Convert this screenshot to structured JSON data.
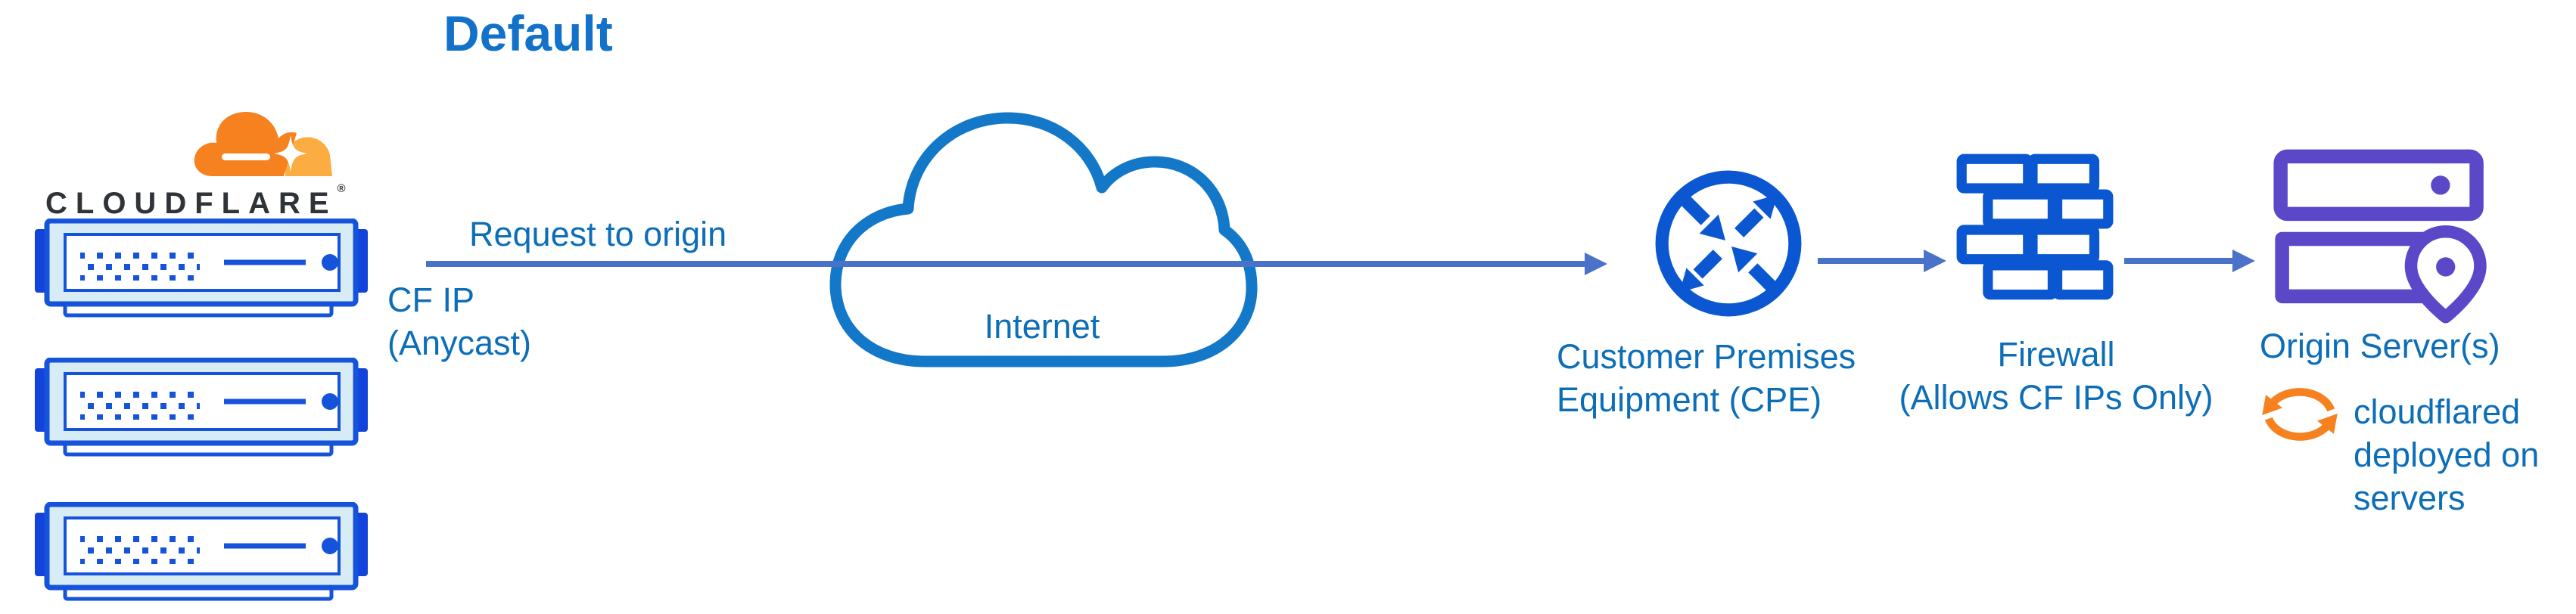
{
  "diagram": {
    "title": "Default",
    "cloudflare": {
      "wordmark": "CLOUDFLARE",
      "trademark": "®"
    },
    "request_arrow": {
      "label": "Request to origin",
      "sublabel": "CF IP\n(Anycast)"
    },
    "internet": {
      "label": "Internet"
    },
    "cpe": {
      "label": "Customer Premises\nEquipment (CPE)"
    },
    "firewall": {
      "label": "Firewall\n(Allows CF IPs Only)"
    },
    "origin": {
      "label": "Origin Server(s)",
      "annotation": "cloudflared\ndeployed on\nservers"
    },
    "icons": {
      "cloudflare_logo": "cloudflare-logo-icon",
      "edge_server": "edge-server-stack-icon",
      "internet": "internet-cloud-icon",
      "cpe": "router-crossed-arrows-icon",
      "firewall": "brick-wall-icon",
      "origin": "origin-servers-location-icon",
      "cloudflared": "sync-arrows-icon",
      "flow": "arrow-right-icon"
    },
    "colors": {
      "title_blue": "#1371C9",
      "label_blue": "#0D6EB8",
      "arrow_slate": "#4A72C8",
      "icon_blue": "#0B57D2",
      "server_stroke": "#1653DB",
      "server_tab": "#1244DB",
      "server_fill": "#D8ECF6",
      "origin_purple": "#5B48C9",
      "sync_orange": "#F6821F",
      "logo_orange": "#F6821F",
      "logo_light_orange": "#FBAD41",
      "wordmark_dark": "#303338",
      "cloud_stroke": "#1478C8"
    }
  }
}
